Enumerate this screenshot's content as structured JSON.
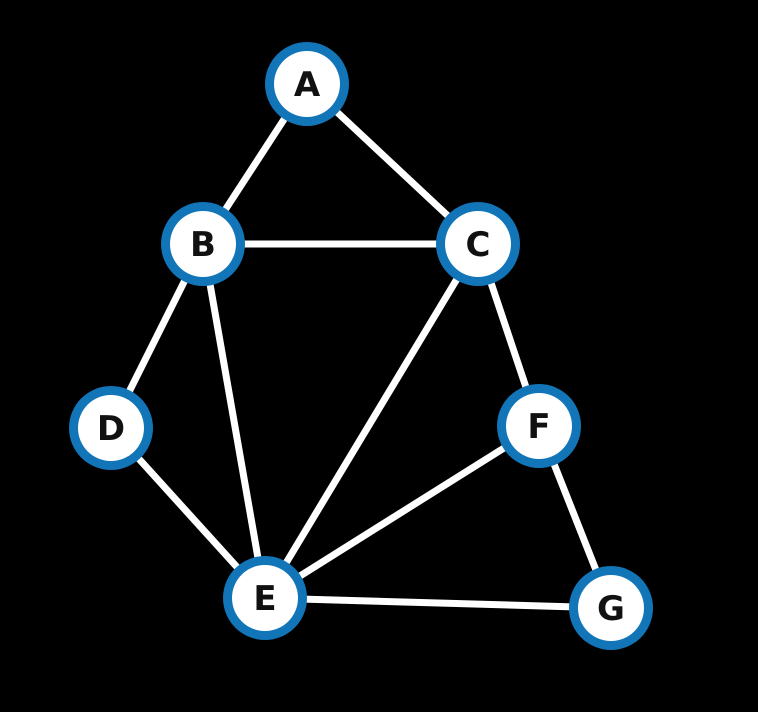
{
  "colors": {
    "background": "#000000",
    "edge": "#ffffff",
    "node_ring": "#1175b8",
    "node_fill": "#ffffff",
    "label": "#111111"
  },
  "nodes": [
    {
      "id": "A",
      "label": "A"
    },
    {
      "id": "B",
      "label": "B"
    },
    {
      "id": "C",
      "label": "C"
    },
    {
      "id": "D",
      "label": "D"
    },
    {
      "id": "E",
      "label": "E"
    },
    {
      "id": "F",
      "label": "F"
    },
    {
      "id": "G",
      "label": "G"
    }
  ],
  "edges": [
    {
      "from": "A",
      "to": "B"
    },
    {
      "from": "A",
      "to": "C"
    },
    {
      "from": "B",
      "to": "C"
    },
    {
      "from": "B",
      "to": "D"
    },
    {
      "from": "B",
      "to": "E"
    },
    {
      "from": "C",
      "to": "E"
    },
    {
      "from": "C",
      "to": "F"
    },
    {
      "from": "D",
      "to": "E"
    },
    {
      "from": "E",
      "to": "F"
    },
    {
      "from": "E",
      "to": "G"
    },
    {
      "from": "F",
      "to": "G"
    }
  ]
}
